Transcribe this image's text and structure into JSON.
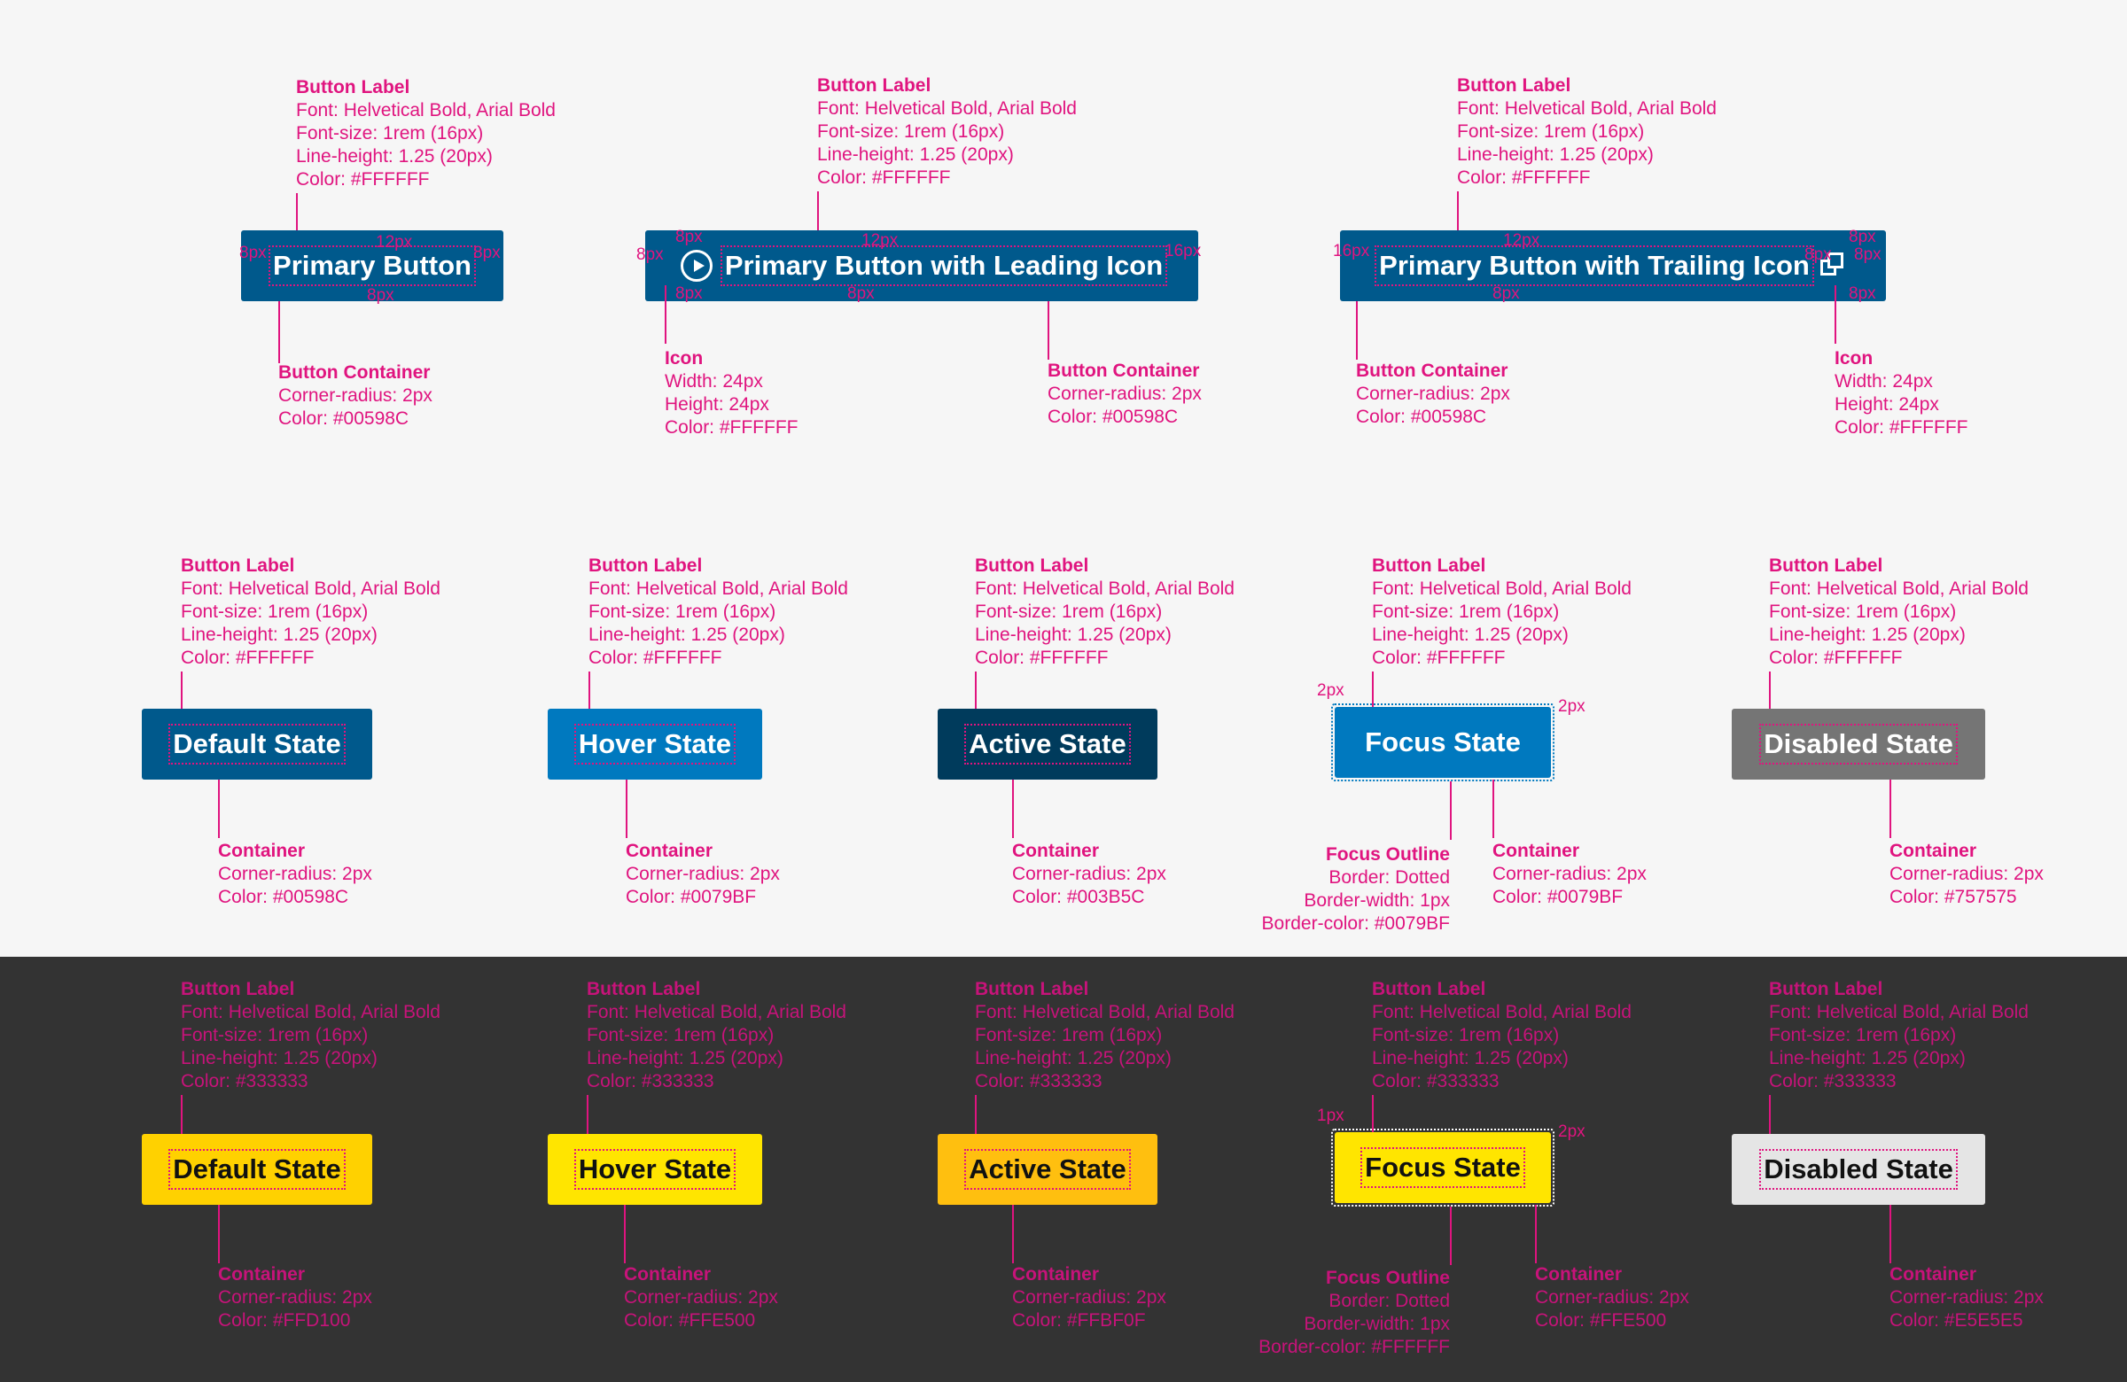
{
  "colors": {
    "annotation": "#E0147F",
    "primary": "#00598C",
    "hover": "#0079BF",
    "active": "#003B5C",
    "disabled": "#757575",
    "yellow_default": "#FFD100",
    "yellow_hover": "#FFE500",
    "yellow_active": "#FFBF0F",
    "light_disabled": "#E5E5E5",
    "dark_background": "#333333"
  },
  "icons": {
    "leading": "play-circle-icon",
    "trailing": "external-link-icon"
  },
  "label_spec": {
    "title": "Button Label",
    "font": "Font: Helvetical Bold, Arial Bold",
    "size": "Font-size: 1rem (16px)",
    "line_height": "Line-height: 1.25 (20px)",
    "color_white": "Color: #FFFFFF",
    "color_dark": "Color: #333333"
  },
  "top": {
    "b1": "Primary Button",
    "b2": "Primary Button with Leading Icon",
    "b3": "Primary Button with Trailing Icon",
    "container_title": "Button Container",
    "radius": "Corner-radius: 2px",
    "container_color": "Color: #00598C",
    "icon_title": "Icon",
    "icon_w": "Width: 24px",
    "icon_h": "Height: 24px",
    "icon_color": "Color: #FFFFFF",
    "m_8": "8px",
    "m_12": "12px",
    "m_16": "16px"
  },
  "states": {
    "default": "Default State",
    "hover": "Hover State",
    "active": "Active State",
    "focus": "Focus State",
    "disabled": "Disabled State"
  },
  "container": {
    "title": "Container",
    "radius": "Corner-radius: 2px"
  },
  "blue_colors": {
    "default": "Color: #00598C",
    "hover": "Color: #0079BF",
    "active": "Color: #003B5C",
    "focus": "Color: #0079BF",
    "disabled": "Color: #757575"
  },
  "yellow_colors": {
    "default": "Color: #FFD100",
    "hover": "Color: #FFE500",
    "active": "Color: #FFBF0F",
    "focus": "Color: #FFE500",
    "disabled": "Color: #E5E5E5"
  },
  "focus_outline": {
    "title": "Focus Outline",
    "border": "Border: Dotted",
    "width": "Border-width: 1px",
    "color_blue": "Border-color: #0079BF",
    "color_white": "Border-color: #FFFFFF",
    "m_2": "2px",
    "m_1": "1px"
  }
}
